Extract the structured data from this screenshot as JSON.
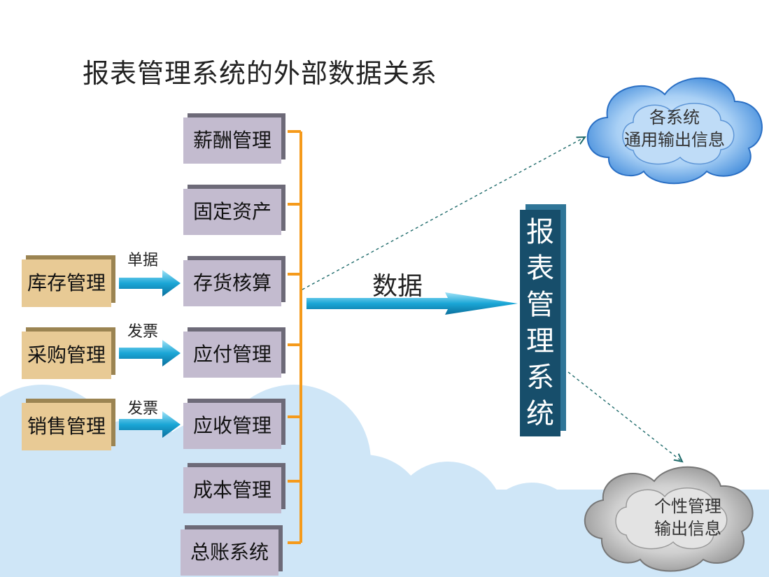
{
  "title": "报表管理系统的外部数据关系",
  "modules": [
    "薪酬管理",
    "固定资产",
    "存货核算",
    "应付管理",
    "应收管理",
    "成本管理",
    "总账系统"
  ],
  "sources": [
    {
      "name": "库存管理",
      "label": "单据"
    },
    {
      "name": "采购管理",
      "label": "发票"
    },
    {
      "name": "销售管理",
      "label": "发票"
    }
  ],
  "data_label": "数据",
  "system": [
    "报",
    "表",
    "管",
    "理",
    "系",
    "统"
  ],
  "cloud_top": {
    "line1": "各系统",
    "line2": "通用输出信息"
  },
  "cloud_bottom": {
    "line1": "个性管理",
    "line2": "输出信息"
  },
  "colors": {
    "module_fill": "#c3bbcf",
    "source_fill": "#e8ca95",
    "connector": "#f59a1b",
    "arrow": "#1aa6d6",
    "system_fill": "#174e6b",
    "cloud_blue": "#5aa2e6",
    "cloud_gray": "#a5a5a5",
    "background_cloud": "#cfe6f7"
  }
}
